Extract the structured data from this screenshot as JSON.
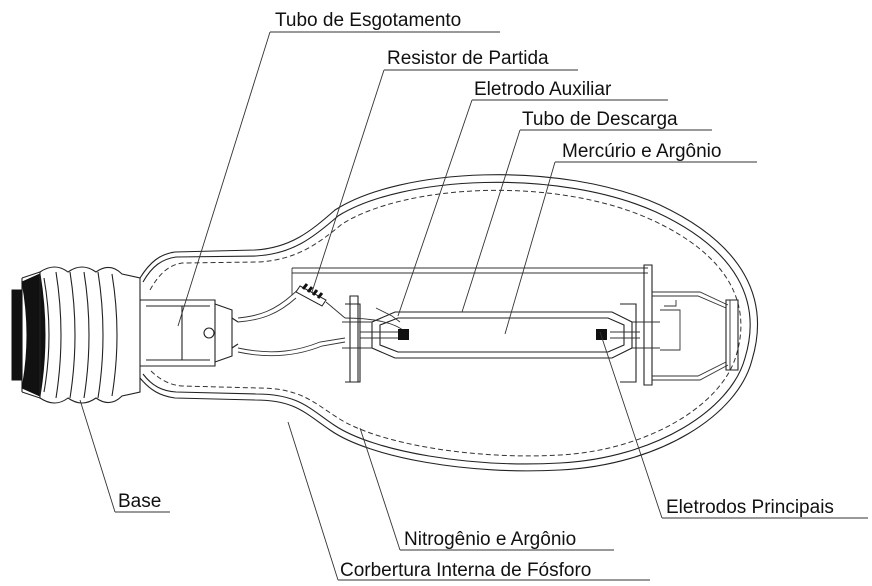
{
  "labels": {
    "tubo_esgotamento": "Tubo de Esgotamento",
    "resistor_partida": "Resistor de Partida",
    "eletrodo_auxiliar": "Eletrodo Auxiliar",
    "tubo_descarga": "Tubo de Descarga",
    "mercurio_argonio": "Mercúrio e Argônio",
    "base": "Base",
    "eletrodos_principais": "Eletrodos Principais",
    "nitrogenio_argonio": "Nitrogênio e Argônio",
    "cobertura_fosforo": "Corbertura Interna de Fósforo"
  }
}
